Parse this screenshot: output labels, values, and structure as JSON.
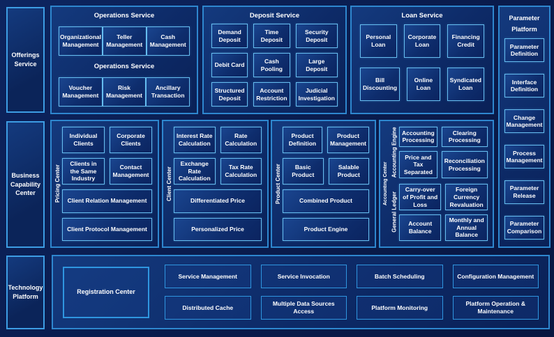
{
  "colors": {
    "background": "#0a1c4e",
    "panel_border": "#2e87cf",
    "sidebar_border": "#3d9de4",
    "box_border": "#66bdf0",
    "tech_box_border": "#2f96e0",
    "text": "#ffffff"
  },
  "sidebar": {
    "offerings": "Offerings Service",
    "business": "Business Capability Center",
    "technology": "Technology Platform"
  },
  "operations": {
    "title": "Operations Service",
    "row1": [
      "Organizational Management",
      "Teller Management",
      "Cash Management"
    ],
    "mid_label": "Operations Service",
    "row2": [
      "Voucher Management",
      "Risk Management",
      "Ancillary Transaction"
    ]
  },
  "deposit": {
    "title": "Deposit Service",
    "items": [
      "Demand Deposit",
      "Time Deposit",
      "Security Deposit",
      "Debit Card",
      "Cash Pooling",
      "Large Deposit",
      "Structured Deposit",
      "Account Restriction",
      "Judicial Investigation"
    ]
  },
  "loan": {
    "title": "Loan Service",
    "items": [
      "Personal Loan",
      "Corporate Loan",
      "Financing Credit",
      "Bill Discounting",
      "Online Loan",
      "Syndicated Loan"
    ]
  },
  "parameter": {
    "title": "Parameter Platform",
    "items": [
      "Parameter Definition",
      "Interface Definition",
      "Change Management",
      "Process Management",
      "Parameter Release",
      "Parameter Comparison"
    ]
  },
  "pricing": {
    "label": "Pricing Center",
    "small": [
      "Individual Clients",
      "Corporate Clients",
      "Clients in the Same Industry",
      "Contact Management"
    ],
    "wide": [
      "Client Relation Management",
      "Client Protocol Management"
    ]
  },
  "client": {
    "label": "Client Center",
    "small": [
      "Interest Rate Calculation",
      "Rate Calculation",
      "Exchange Rate Calculation",
      "Tax Rate Calculation"
    ],
    "wide": [
      "Differentiated Price",
      "Personalized Price"
    ]
  },
  "product": {
    "label": "Product Center",
    "small": [
      "Product Definition",
      "Product Management",
      "Basic Product",
      "Salable Product"
    ],
    "wide": [
      "Combined Product",
      "Product Engine"
    ]
  },
  "accounting": {
    "label": "Accounting Center",
    "engine_label": "Accounting Engine",
    "engine_items": [
      "Accounting Processing",
      "Clearing Processing",
      "Price and Tax Separated",
      "Reconciliation Processing"
    ],
    "ledger_label": "General Ledger",
    "ledger_items": [
      "Carry-over of Profit and Loss",
      "Foreign Currency Revaluation",
      "Account Balance",
      "Monthly and Annual Balance"
    ]
  },
  "technology": {
    "registration": "Registration Center",
    "row1": [
      "Service Management",
      "Service Invocation",
      "Batch Scheduling",
      "Configuration Management"
    ],
    "row2": [
      "Distributed Cache",
      "Multiple Data Sources Access",
      "Platform Monitoring",
      "Platform Operation & Maintenance"
    ]
  }
}
